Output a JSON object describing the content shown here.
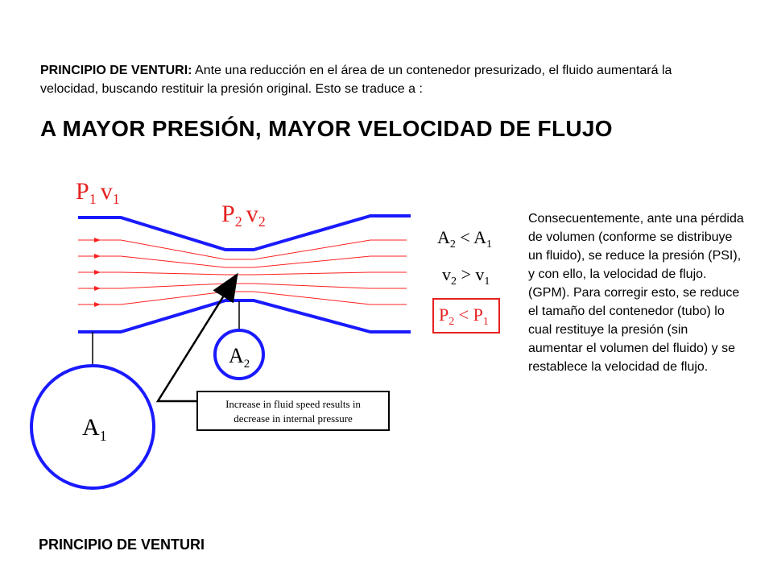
{
  "intro": {
    "bold_label": "PRINCIPIO DE VENTURI:",
    "text": " Ante una reducción en el área de un contenedor presurizado, el fluido aumentará la velocidad, buscando restituir la presión original. Esto se traduce a :"
  },
  "headline": "A MAYOR PRESIÓN,  MAYOR VELOCIDAD DE FLUJO",
  "diagram": {
    "p1v1": {
      "p": "P",
      "p_sub": "1",
      "v": "v",
      "v_sub": "1"
    },
    "p2v2": {
      "p": "P",
      "p_sub": "2",
      "v": "v",
      "v_sub": "2"
    },
    "rel_area": {
      "lhs": "A",
      "lhs_sub": "2",
      "op": " < ",
      "rhs": "A",
      "rhs_sub": "1"
    },
    "rel_velocity": {
      "lhs": "v",
      "lhs_sub": "2",
      "op": " > ",
      "rhs": "v",
      "rhs_sub": "1"
    },
    "rel_pressure": {
      "lhs": "P",
      "lhs_sub": "2",
      "op": " < ",
      "rhs": "P",
      "rhs_sub": "1"
    },
    "gauge_small": {
      "label": "A",
      "sub": "2"
    },
    "gauge_large": {
      "label": "A",
      "sub": "1"
    },
    "callout": {
      "line1": "Increase in fluid speed results in",
      "line2": "decrease in internal pressure"
    },
    "colors": {
      "pipe": "#1a1aff",
      "flow": "#ff2020",
      "red_label": "#e62020",
      "dark": "#000000"
    }
  },
  "explanation": "Consecuentemente, ante una pérdida de volumen (conforme se distribuye un fluido), se reduce la presión (PSI), y con ello, la velocidad de flujo.(GPM). Para corregir esto, se reduce el tamaño del contenedor (tubo) lo cual restituye la presión (sin aumentar el volumen del fluido) y se restablece la velocidad de flujo.",
  "footer_title": "PRINCIPIO DE VENTURI"
}
